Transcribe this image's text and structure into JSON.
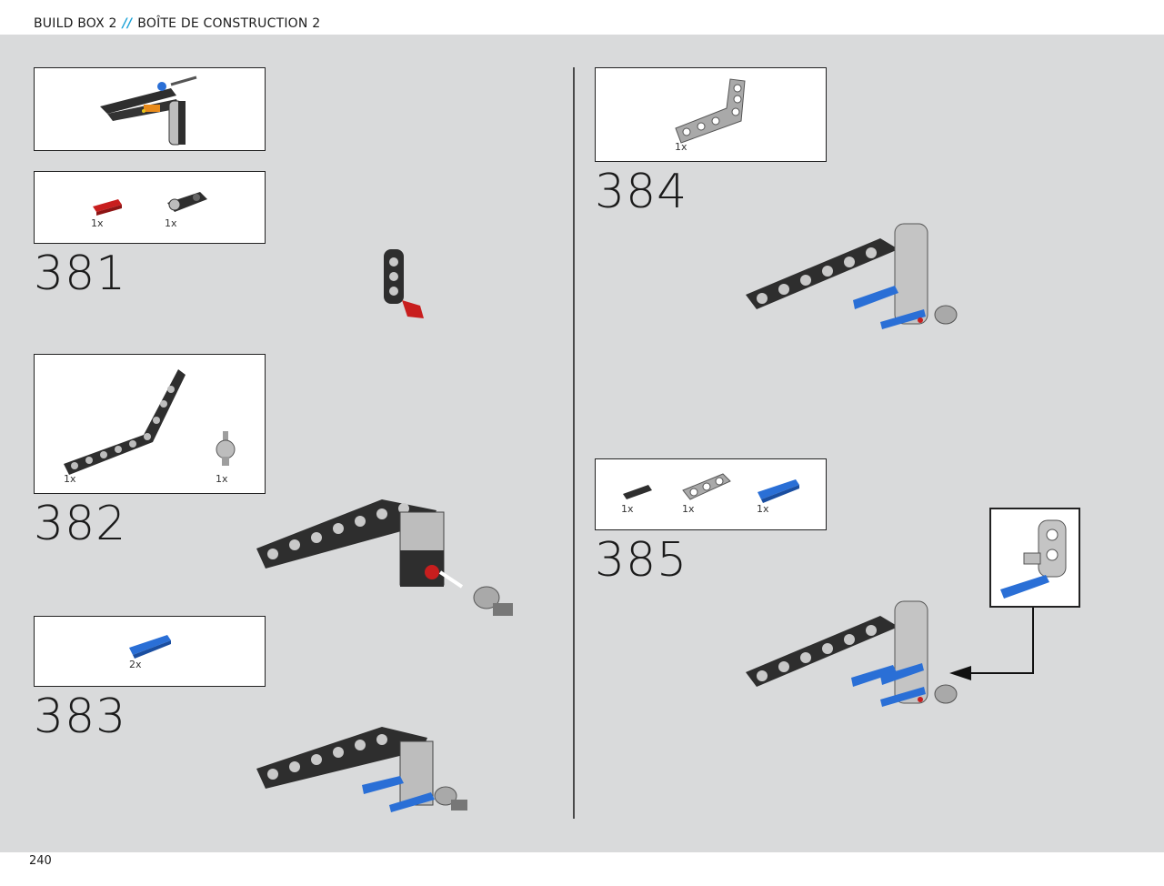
{
  "header": {
    "title_left": "BUILD BOX 2",
    "separator": "//",
    "title_right": "BOÎTE DE CONSTRUCTION 2"
  },
  "footer": {
    "page_number": "240"
  },
  "colors": {
    "panel_bg": "#d9dadb",
    "accent": "#1fa3d8",
    "beam_black": "#2e2e2e",
    "beam_gray": "#a9a9a9",
    "pin_blue": "#2a6fd6",
    "pin_red": "#c81e1e"
  },
  "steps": [
    {
      "number": "381",
      "parts": [
        {
          "qty": "1x",
          "icon": "red-axle-connector-icon"
        },
        {
          "qty": "1x",
          "icon": "black-connector-icon"
        }
      ]
    },
    {
      "number": "382",
      "parts": [
        {
          "qty": "1x",
          "icon": "bent-beam-icon"
        },
        {
          "qty": "1x",
          "icon": "ball-connector-icon"
        }
      ]
    },
    {
      "number": "383",
      "parts": [
        {
          "qty": "2x",
          "icon": "blue-pin-icon"
        }
      ]
    },
    {
      "number": "384",
      "parts": [
        {
          "qty": "1x",
          "icon": "gray-l-beam-icon"
        }
      ]
    },
    {
      "number": "385",
      "parts": [
        {
          "qty": "1x",
          "icon": "black-pin-icon"
        },
        {
          "qty": "1x",
          "icon": "gray-beam-icon"
        },
        {
          "qty": "1x",
          "icon": "blue-pin-icon"
        }
      ]
    }
  ]
}
